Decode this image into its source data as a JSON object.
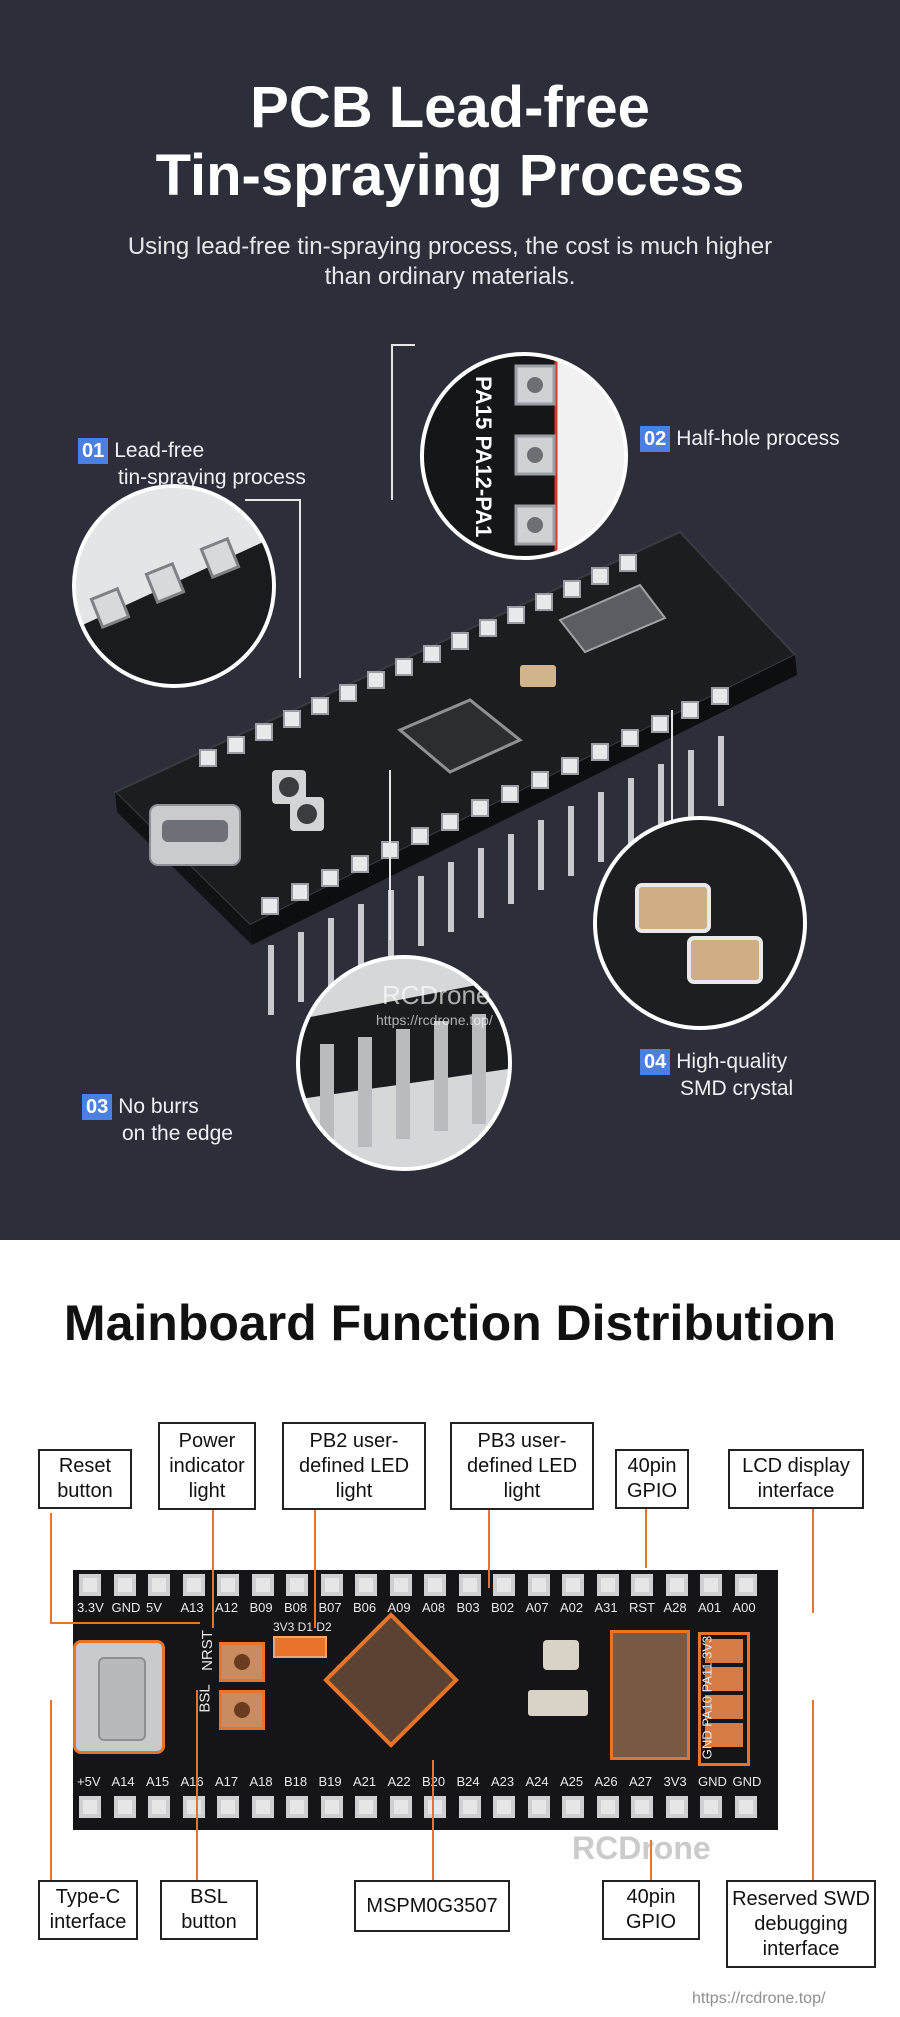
{
  "hero": {
    "title_line1": "PCB Lead-free",
    "title_line2": "Tin-spraying Process",
    "subtitle_line1": "Using lead-free tin-spraying process, the cost is much higher",
    "subtitle_line2": "than ordinary materials."
  },
  "features": [
    {
      "num": "01",
      "line1": "Lead-free",
      "line2": "tin-spraying process"
    },
    {
      "num": "02",
      "line1": "Half-hole process",
      "line2": ""
    },
    {
      "num": "03",
      "line1": "No burrs",
      "line2": "on the edge"
    },
    {
      "num": "04",
      "line1": "High-quality",
      "line2": "SMD crystal"
    }
  ],
  "watermark": {
    "brand": "RCDrone",
    "url": "https://rcdrone.top/"
  },
  "zoom_label": "PA15 PA12-PA1",
  "board": {
    "chip_text": "MSPM0G3507",
    "top_pins": [
      "3.3V",
      "GND",
      "5V",
      "A13",
      "A12",
      "B09",
      "B08",
      "B07",
      "B06",
      "A09",
      "A08",
      "B03",
      "B02",
      "A07",
      "A02",
      "A31",
      "RST",
      "A28",
      "A01",
      "A00"
    ],
    "bottom_pins": [
      "+5V",
      "A14",
      "A15",
      "A16",
      "A17",
      "A18",
      "B18",
      "B19",
      "A21",
      "A22",
      "B20",
      "B24",
      "A23",
      "A24",
      "A25",
      "A26",
      "A27",
      "3V3",
      "GND",
      "GND"
    ],
    "led_labels": "3V3 D1 D2",
    "side_labels": [
      "BSL",
      "NRST"
    ],
    "swd_labels": "GND PA10 PA11 3V3"
  },
  "mainboard": {
    "title": "Mainboard Function Distribution",
    "labels": {
      "reset": "Reset\nbutton",
      "power": "Power\nindicator\nlight",
      "pb2": "PB2 user-\ndefined LED\nlight",
      "pb3": "PB3 user-\ndefined LED\nlight",
      "gpio_top": "40pin\nGPIO",
      "lcd": "LCD display\ninterface",
      "typec": "Type-C\ninterface",
      "bsl": "BSL\nbutton",
      "mcu": "MSPM0G3507",
      "gpio_bottom": "40pin\nGPIO",
      "swd": "Reserved SWD\ndebugging\ninterface"
    }
  },
  "colors": {
    "dark_bg": "#2c2f3a",
    "accent_blue": "#4b7fe0",
    "accent_orange": "#e8742a"
  }
}
